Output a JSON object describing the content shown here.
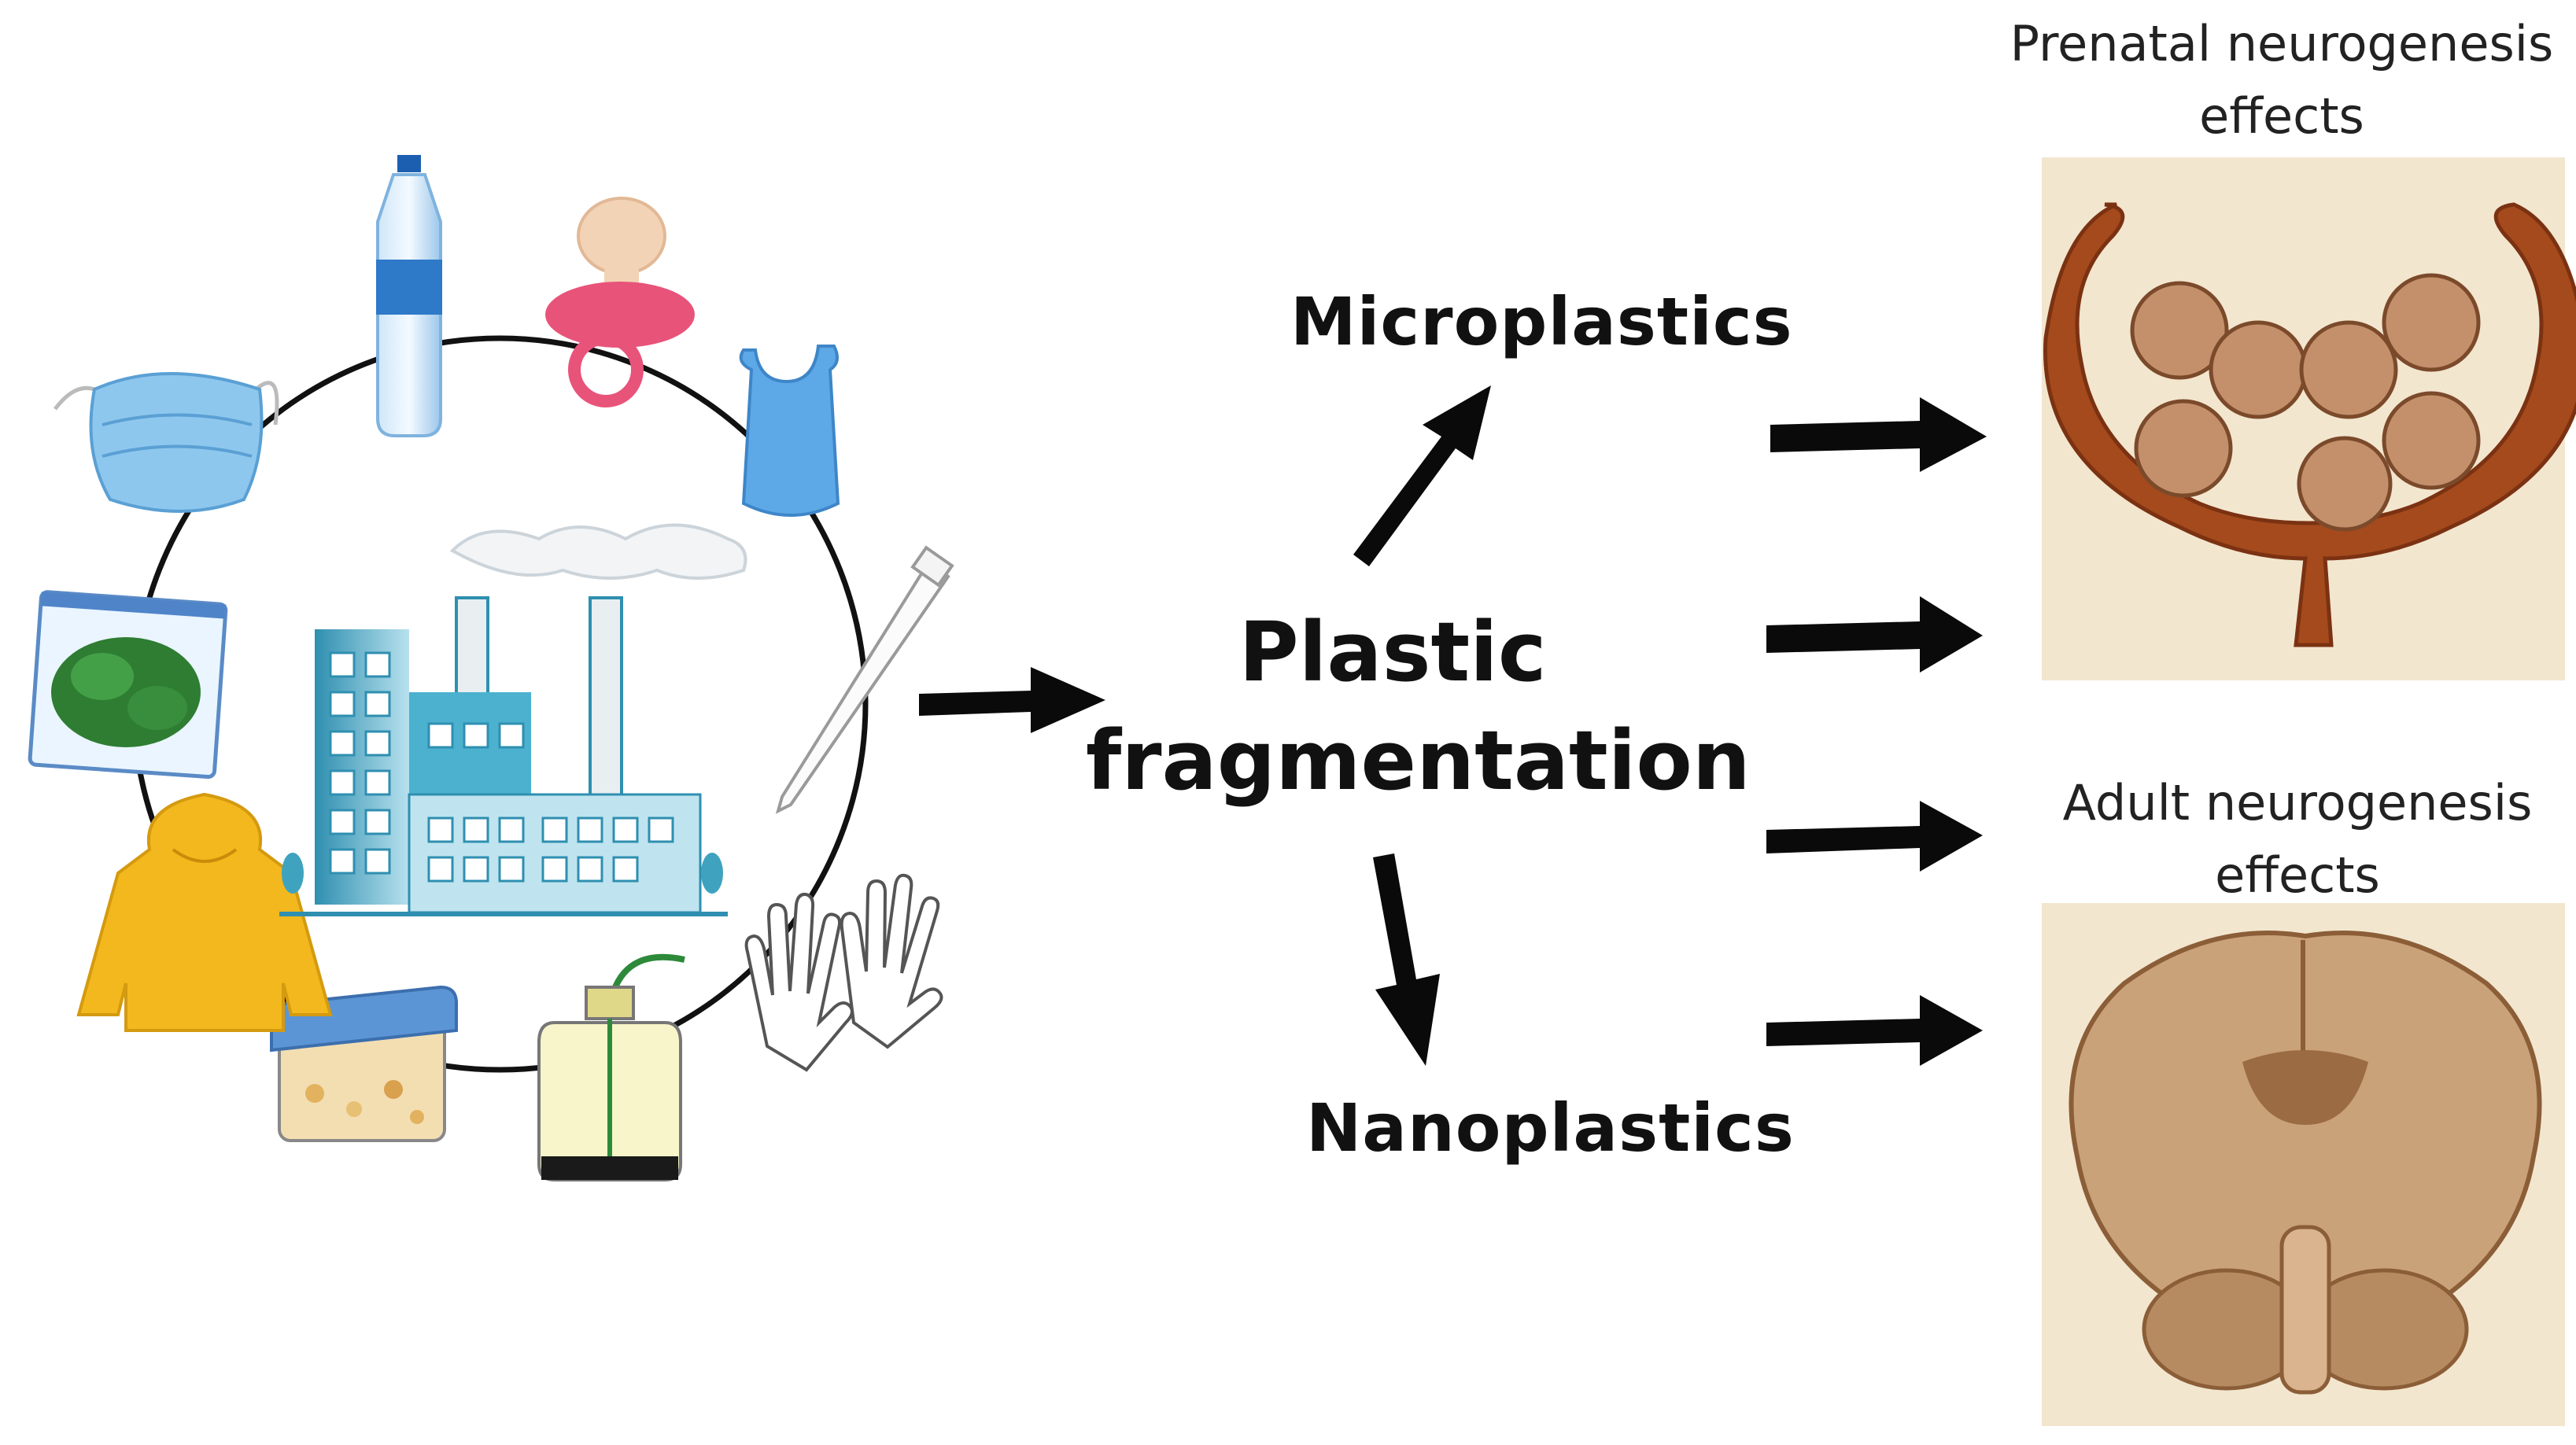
{
  "diagram": {
    "sources_ring": {
      "items": [
        {
          "icon": "water-bottle-icon"
        },
        {
          "icon": "pacifier-icon"
        },
        {
          "icon": "plastic-bag-icon"
        },
        {
          "icon": "pipette-tip-icon"
        },
        {
          "icon": "gloves-icon"
        },
        {
          "icon": "wash-bottle-icon"
        },
        {
          "icon": "food-container-icon"
        },
        {
          "icon": "hoodie-icon"
        },
        {
          "icon": "zip-bag-icon"
        },
        {
          "icon": "face-mask-icon"
        }
      ],
      "center_icon": "factory-icon"
    },
    "center_label": {
      "line1": "Plastic",
      "line2": "fragmentation"
    },
    "branch_top": "Microplastics",
    "branch_bottom": "Nanoplastics",
    "outcome_top": {
      "line1": "Prenatal neurogenesis",
      "line2": "effects",
      "image": "fetuses-in-uterus-illustration"
    },
    "outcome_bottom": {
      "line1": "Adult neurogenesis",
      "line2": "effects",
      "image": "brain-coronal-section-illustration"
    },
    "colors": {
      "arrow": "#0a0a0a",
      "panel_bg": "#f3e6cf",
      "uterus": "#a44a1c",
      "brain": "#caa27a",
      "factory": "#3fa3bf"
    }
  }
}
